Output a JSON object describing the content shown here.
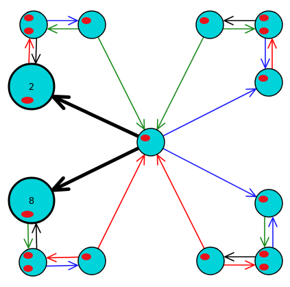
{
  "colors": {
    "node_fill": "#00d3d9",
    "node_stroke": "#000000",
    "token": "#e8141c",
    "arrow_red": "#ff0000",
    "arrow_green": "#1a8a1a",
    "arrow_blue": "#1a1aff",
    "arrow_black": "#000000"
  },
  "nodes": [
    {
      "id": "center",
      "kind": "small",
      "tokens": 1
    },
    {
      "id": "tl_a",
      "kind": "small",
      "tokens": 2
    },
    {
      "id": "tl_b",
      "kind": "small",
      "tokens": 1
    },
    {
      "id": "tl_big",
      "kind": "big",
      "tokens": 1,
      "label": "2"
    },
    {
      "id": "tr_a",
      "kind": "small",
      "tokens": 1
    },
    {
      "id": "tr_b",
      "kind": "small",
      "tokens": 2
    },
    {
      "id": "tr_c",
      "kind": "small",
      "tokens": 1
    },
    {
      "id": "bl_big",
      "kind": "big",
      "tokens": 1,
      "label": "8"
    },
    {
      "id": "bl_a",
      "kind": "small",
      "tokens": 2
    },
    {
      "id": "bl_b",
      "kind": "small",
      "tokens": 1
    },
    {
      "id": "br_a",
      "kind": "small",
      "tokens": 1
    },
    {
      "id": "br_b",
      "kind": "small",
      "tokens": 2
    },
    {
      "id": "br_c",
      "kind": "small",
      "tokens": 1
    }
  ],
  "arrows": [
    {
      "from": "tl_b",
      "to": "center",
      "color": "green"
    },
    {
      "from": "tr_a",
      "to": "center",
      "color": "green"
    },
    {
      "from": "center",
      "to": "tr_c",
      "color": "blue"
    },
    {
      "from": "center",
      "to": "br_a",
      "color": "blue"
    },
    {
      "from": "bl_b",
      "to": "center",
      "color": "red"
    },
    {
      "from": "br_c",
      "to": "center",
      "color": "red"
    },
    {
      "from": "center",
      "to": "tl_big",
      "color": "black",
      "heavy": true
    },
    {
      "from": "center",
      "to": "bl_big",
      "color": "black",
      "heavy": true
    },
    {
      "from": "tl_b",
      "to": "tl_a",
      "color": "green",
      "offset": -6
    },
    {
      "from": "tl_a",
      "to": "tl_b",
      "color": "blue",
      "offset": -6
    },
    {
      "from": "tl_big",
      "to": "tl_a",
      "color": "red",
      "offset": -5
    },
    {
      "from": "tl_a",
      "to": "tl_big",
      "color": "black",
      "offset": -5
    },
    {
      "from": "tr_a",
      "to": "tr_b",
      "color": "green",
      "offset": 6
    },
    {
      "from": "tr_b",
      "to": "tr_a",
      "color": "black",
      "offset": 6
    },
    {
      "from": "tr_b",
      "to": "tr_c",
      "color": "blue",
      "offset": 5
    },
    {
      "from": "tr_c",
      "to": "tr_b",
      "color": "red",
      "offset": 5
    },
    {
      "from": "bl_big",
      "to": "bl_a",
      "color": "green",
      "offset": 6
    },
    {
      "from": "bl_a",
      "to": "bl_big",
      "color": "black",
      "offset": 6
    },
    {
      "from": "bl_a",
      "to": "bl_b",
      "color": "blue",
      "offset": 6
    },
    {
      "from": "bl_b",
      "to": "bl_a",
      "color": "red",
      "offset": 6
    },
    {
      "from": "br_a",
      "to": "br_b",
      "color": "green",
      "offset": 6
    },
    {
      "from": "br_b",
      "to": "br_a",
      "color": "blue",
      "offset": 6
    },
    {
      "from": "br_c",
      "to": "br_b",
      "color": "red",
      "offset": 6
    },
    {
      "from": "br_b",
      "to": "br_c",
      "color": "black",
      "offset": 6
    }
  ]
}
